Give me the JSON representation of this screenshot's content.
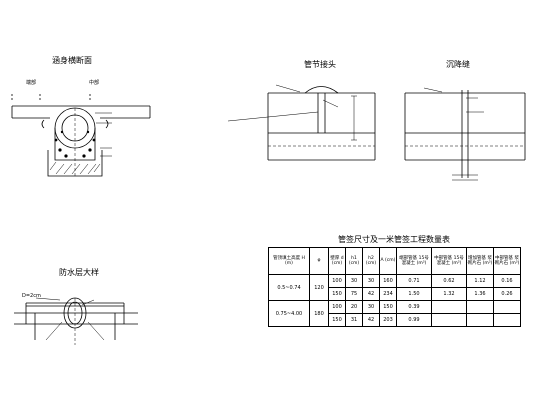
{
  "colors": {
    "line": "#000000",
    "background": "#ffffff"
  },
  "sections": {
    "culvert_cross_section": {
      "title": "涵身横断面",
      "left_label": "端部",
      "center_label": "中部"
    },
    "pipe_joint": {
      "title": "管节接头"
    },
    "settlement_joint": {
      "title": "沉降缝"
    },
    "waterproof_detail": {
      "title": "防水层大样",
      "thickness_label": "D=2cm"
    },
    "quantity_table": {
      "title": "管签尺寸及一米管签工程数量表"
    }
  },
  "table": {
    "headers": {
      "fill_height": "管顶填土高度 H (m)",
      "phi": "φ",
      "wall_d": "壁厚 d (cm)",
      "h1": "h1 (cm)",
      "h2": "h2 (cm)",
      "a": "A (cm)",
      "concrete": "端部管基 15号混凝土 (m³)",
      "foundation": "中部管基 15号混凝土 (m³)",
      "rubble": "增加管基 浆砌片石 (m³)",
      "mortar": "中部管基 浆砌片石 (m³)"
    },
    "groups": [
      {
        "fill_height": "0.5~0.74",
        "phi": "120",
        "rows": [
          {
            "wall_d": "100",
            "h1": "30",
            "h2": "30",
            "a": "160",
            "concrete": "0.71",
            "foundation": "0.62",
            "rubble": "1.12",
            "mortar": "0.16"
          },
          {
            "wall_d": "150",
            "h1": "75",
            "h2": "42",
            "a": "234",
            "concrete": "1.50",
            "foundation": "1.32",
            "rubble": "1.36",
            "mortar": "0.26"
          }
        ]
      },
      {
        "fill_height": "0.75~4.00",
        "phi": "180",
        "rows": [
          {
            "wall_d": "100",
            "h1": "20",
            "h2": "30",
            "a": "150",
            "concrete": "0.39",
            "foundation": "",
            "rubble": "",
            "mortar": ""
          },
          {
            "wall_d": "150",
            "h1": "31",
            "h2": "42",
            "a": "203",
            "concrete": "0.99",
            "foundation": "",
            "rubble": "",
            "mortar": ""
          }
        ]
      }
    ]
  }
}
